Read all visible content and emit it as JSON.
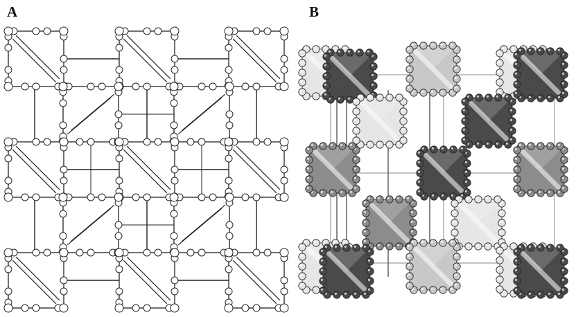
{
  "panels": {
    "a": {
      "label": "A",
      "style": "outline"
    },
    "b": {
      "label": "B",
      "style": "shaded"
    }
  },
  "colors": {
    "outline": "#222222",
    "background": "#ffffff",
    "shade_dark": "#4a4a4a",
    "shade_mid": "#8c8c8c",
    "shade_light": "#c8c8c8",
    "shade_pale": "#e6e6e6"
  }
}
